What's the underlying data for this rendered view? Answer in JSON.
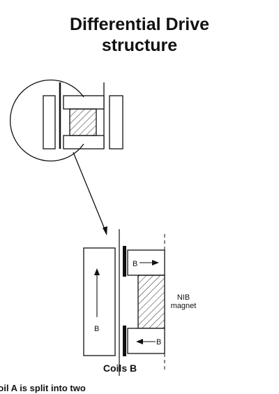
{
  "title": {
    "line1": "Differential Drive",
    "line2": "structure"
  },
  "labels": {
    "b_top": "B",
    "b_bottom": "B",
    "b_left": "B",
    "magnet_line1": "NIB",
    "magnet_line2": "magnet",
    "coils": "Coils B"
  },
  "footer_text": "Coil A is split into two"
}
